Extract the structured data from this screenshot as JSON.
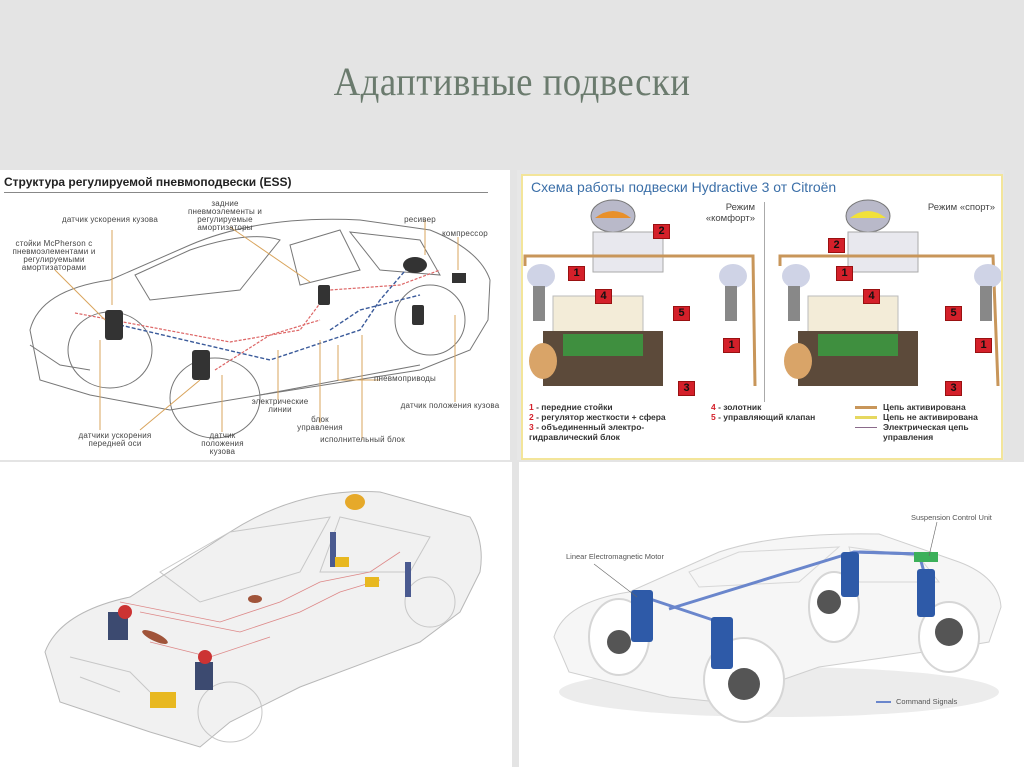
{
  "slide": {
    "title": "Адаптивные подвески"
  },
  "ess_diagram": {
    "title": "Структура регулируемой пневмоподвески (ESS)",
    "labels": {
      "body_accel_sensor": "датчик ускорения кузова",
      "mcpherson": "стойки McPherson с пневмоэлементами и регулируемыми амортизаторами",
      "rear_elements": "задние пневмоэлементы и регулируемые амортизаторы",
      "receiver": "ресивер",
      "compressor": "компрессор",
      "pneumatic_drives": "пневмоприводы",
      "electric_lines": "электрические линии",
      "control_unit": "блок управления",
      "actuator_unit": "исполнительный блок",
      "body_position_sensor_right": "датчик положения кузова",
      "front_axle_accel_sensors": "датчики ускорения передней оси",
      "body_position_sensor_front": "датчик положения кузова"
    }
  },
  "hydractive_diagram": {
    "title": "Схема работы подвески Hydractive 3  от Citroën",
    "mode_comfort": "Режим «комфорт»",
    "mode_sport": "Режим «спорт»",
    "badges_left": [
      "2",
      "1",
      "4",
      "5",
      "1",
      "3"
    ],
    "badges_right": [
      "2",
      "1",
      "4",
      "5",
      "1",
      "3"
    ],
    "legend_items": [
      {
        "num": "1",
        "text": " - передние стойки"
      },
      {
        "num": "2",
        "text": " - регулятор жесткости + сфера"
      },
      {
        "num": "3",
        "text": " - объединенный электро-гидравлический блок"
      },
      {
        "num": "4",
        "text": " - золотник"
      },
      {
        "num": "5",
        "text": " - управляющий клапан"
      }
    ],
    "circuit_legend": [
      {
        "text": "Цепь активирована",
        "color": "#c8965a"
      },
      {
        "text": "Цепь не активирована",
        "color": "#e6d860"
      },
      {
        "text": "Электрическая цепь управления",
        "color": "#8a6a8a"
      }
    ]
  },
  "mercedes_diagram": {},
  "bose_diagram": {
    "labels": {
      "control_unit": "Suspension Control Unit",
      "motor": "Linear Electromagnetic Motor",
      "legend": "Command Signals"
    },
    "legend_color": "#5a7bc8"
  }
}
